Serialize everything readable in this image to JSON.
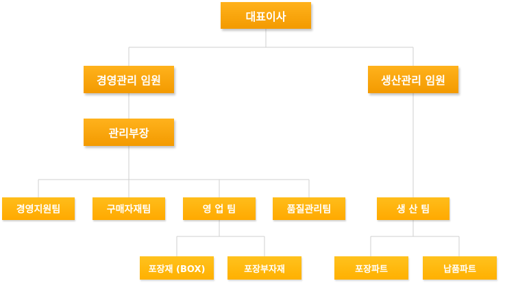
{
  "org_chart": {
    "ceo": "대표이사",
    "management_exec": "경영관리 임원",
    "production_exec": "생산관리 임원",
    "admin_manager": "관리부장",
    "teams": {
      "management_support": "경영지원팀",
      "purchasing": "구매자재팀",
      "sales": "영 업 팀",
      "quality": "품질관리팀",
      "production": "생 산 팀"
    },
    "parts": {
      "packaging_box": "포장재 (BOX)",
      "packaging_materials": "포장부자재",
      "packing_part": "포장파트",
      "delivery_part": "납품파트"
    },
    "colors": {
      "node_primary": "#f7a100",
      "node_secondary": "#ffad00",
      "connector": "#cfcfcf"
    }
  }
}
